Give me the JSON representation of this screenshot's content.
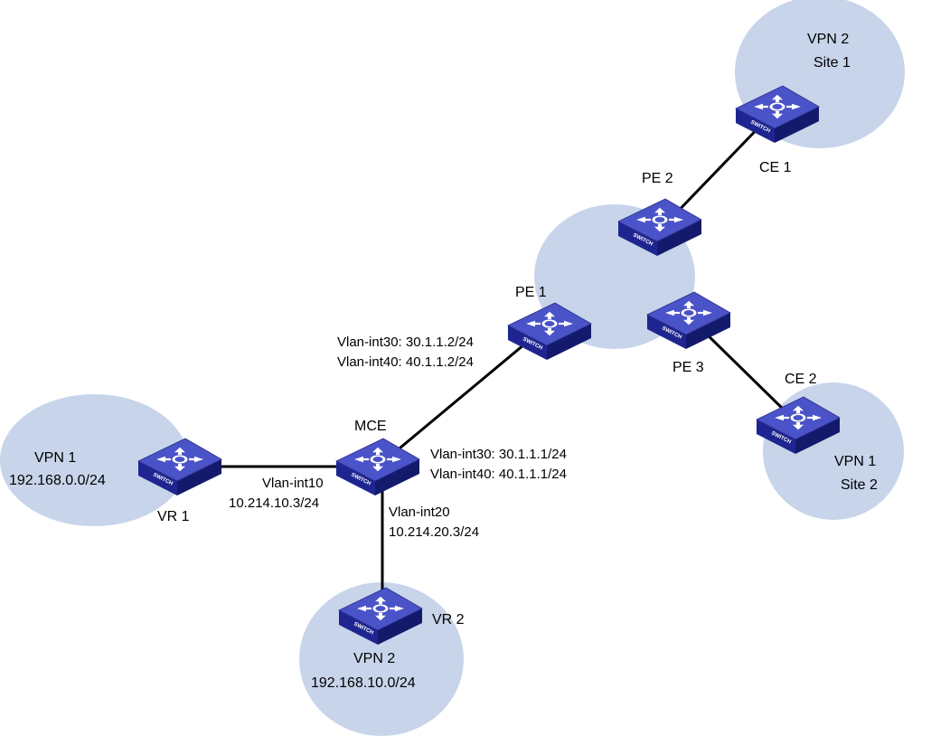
{
  "sites": {
    "vpn2_site1": {
      "line1": "VPN 2",
      "line2": "Site 1"
    },
    "vpn1_site2": {
      "line1": "VPN 1",
      "line2": "Site 2"
    },
    "vpn1": {
      "line1": "VPN 1",
      "line2": "192.168.0.0/24"
    },
    "vpn2": {
      "line1": "VPN 2",
      "line2": "192.168.10.0/24"
    }
  },
  "devices": {
    "ce1": "CE 1",
    "ce2": "CE 2",
    "pe1": "PE 1",
    "pe2": "PE 2",
    "pe3": "PE 3",
    "mce": "MCE",
    "vr1": "VR 1",
    "vr2": "VR 2"
  },
  "switch_badge": "SWITCH",
  "interfaces": {
    "pe1_vlan30": "Vlan-int30: 30.1.1.2/24",
    "pe1_vlan40": "Vlan-int40: 40.1.1.2/24",
    "mce_vlan30": "Vlan-int30: 30.1.1.1/24",
    "mce_vlan40": "Vlan-int40: 40.1.1.1/24",
    "mce_vlan10_name": "Vlan-int10",
    "mce_vlan10_ip": "10.214.10.3/24",
    "mce_vlan20_name": "Vlan-int20",
    "mce_vlan20_ip": "10.214.20.3/24"
  },
  "colors": {
    "site_fill": "#c7d4ea",
    "switch_top": "#4a53c8",
    "switch_side": "#1f2590",
    "link": "#000000"
  },
  "icons": {
    "switch": "network-switch-icon"
  }
}
